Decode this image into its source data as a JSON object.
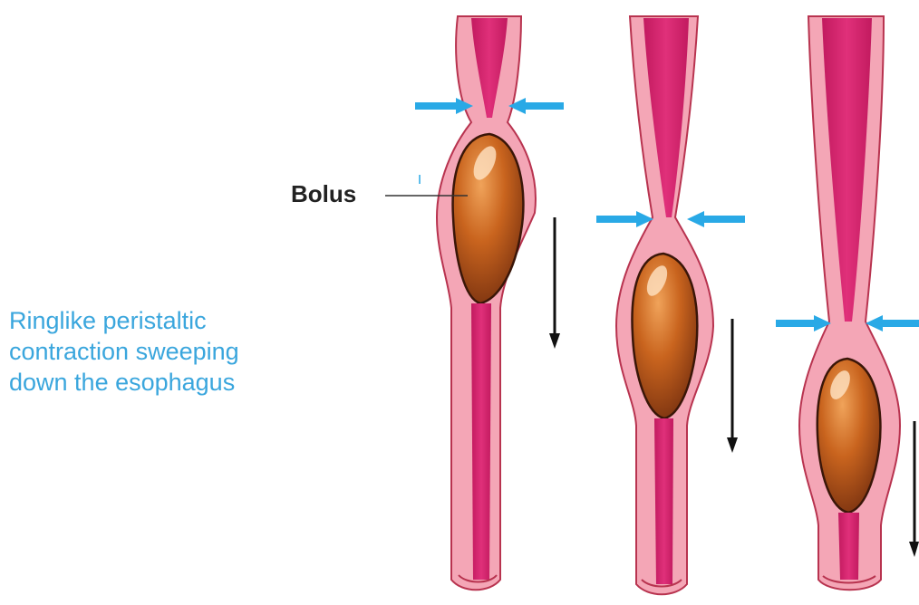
{
  "caption": {
    "lines": [
      "Ringlike peristaltic",
      "contraction sweeping",
      "down the esophagus"
    ]
  },
  "labels": {
    "bolus": "Bolus"
  },
  "stages": [
    {
      "id": "stage-1"
    },
    {
      "id": "stage-2"
    },
    {
      "id": "stage-3"
    }
  ],
  "colors": {
    "caption": "#3aa6dd",
    "contraction_arrow": "#29a9e6",
    "movement_arrow": "#111111",
    "lumen": "#d8246e",
    "wall": "#f4a6b6",
    "wall_outline": "#b8334f",
    "bolus": "#c9641e",
    "bolus_dark": "#7a3210"
  }
}
